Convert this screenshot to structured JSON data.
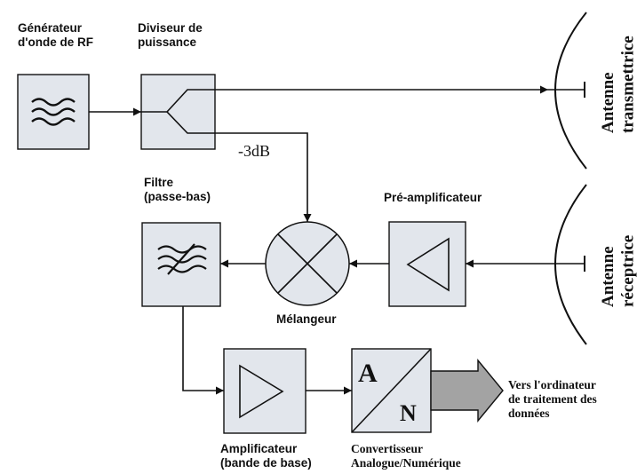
{
  "blocks": {
    "rf_generator": "Générateur\nd'onde de RF",
    "power_divider": "Diviseur de\npuissance",
    "filter": "Filtre\n(passe-bas)",
    "preamp": "Pré-amplificateur",
    "mixer": "Mélangeur",
    "amplifier": "Amplificateur\n(bande de base)",
    "converter": "Convertisseur\nAnalogue/Numérique",
    "converter_a": "A",
    "converter_n": "N"
  },
  "antennas": {
    "transmit": "Antenne\ntransmettrice",
    "receive": "Antenne\nréceptrice"
  },
  "attenuation": "-3dB",
  "output": "Vers l'ordinateur\nde traitement des\ndonnées",
  "colors": {
    "block_fill": "#e2e6ec",
    "arrow_fill": "#a3a3a3",
    "line": "#111111"
  }
}
